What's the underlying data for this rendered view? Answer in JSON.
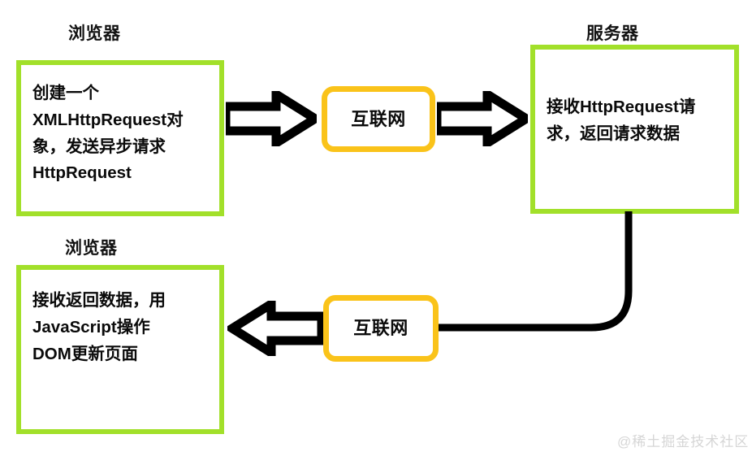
{
  "diagram": {
    "title_internal": "AJAX request lifecycle flow",
    "colors": {
      "node_border_green": "#a2e02a",
      "net_border_yellow": "#fac31a",
      "arrow_stroke": "#000000",
      "connector_stroke": "#000000",
      "background": "#ffffff",
      "text": "#0a0a0a",
      "watermark": "#d6d6d6"
    },
    "captions": {
      "browser_top": "浏览器",
      "server_top": "服务器",
      "browser_bottom": "浏览器"
    },
    "nodes": [
      {
        "id": "browser-request",
        "caption": "浏览器",
        "lines": [
          "创建一个",
          "XMLHttpRequest对",
          "象，发送异步请求",
          "HttpRequest"
        ]
      },
      {
        "id": "server",
        "caption": "服务器",
        "lines": [
          "接收HttpRequest请",
          "求，返回请求数据"
        ]
      },
      {
        "id": "browser-response",
        "caption": "浏览器",
        "lines": [
          "接收返回数据，用",
          "JavaScript操作",
          "DOM更新页面"
        ]
      }
    ],
    "internet_nodes": [
      {
        "id": "internet-top",
        "label": "互联网"
      },
      {
        "id": "internet-bottom",
        "label": "互联网"
      }
    ],
    "arrows": [
      {
        "id": "arrow-browser-to-internet",
        "direction": "right"
      },
      {
        "id": "arrow-internet-to-server",
        "direction": "right"
      },
      {
        "id": "arrow-internet-to-browser",
        "direction": "left"
      }
    ],
    "connector": {
      "id": "server-to-internet-connector",
      "description": "elbow line from server bottom to bottom internet node"
    },
    "watermark": "@稀土掘金技术社区"
  }
}
